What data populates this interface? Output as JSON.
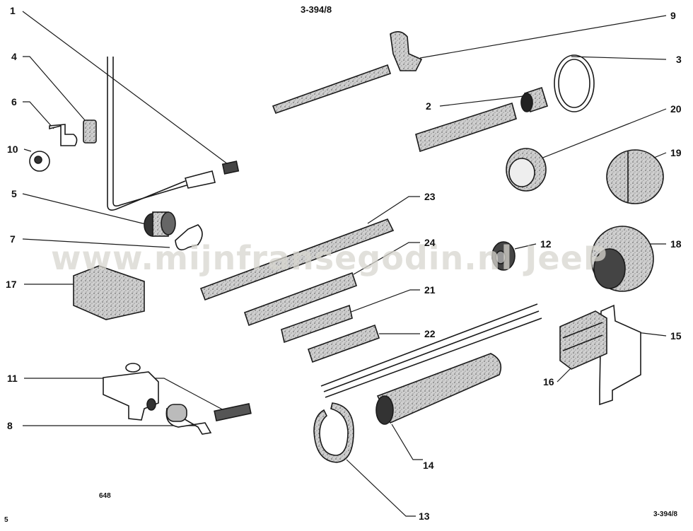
{
  "header": {
    "ref_top": "3-394/8",
    "ref_bottom": "3-394/8",
    "page_code": "648",
    "corner_mark": "5"
  },
  "watermark": "www.mijnfransegodin.nl JeeP",
  "colors": {
    "ink": "#1a1a1a",
    "speckle": "#bcbcbc",
    "paper": "#ffffff"
  },
  "labels": {
    "l1": "1",
    "l2": "2",
    "l3": "3",
    "l4": "4",
    "l5": "5",
    "l6": "6",
    "l7": "7",
    "l8": "8",
    "l9": "9",
    "l10": "10",
    "l11": "11",
    "l12": "12",
    "l13": "13",
    "l14": "14",
    "l15": "15",
    "l16": "16",
    "l17": "17",
    "l18": "18",
    "l19": "19",
    "l20": "20",
    "l21": "21",
    "l22": "22",
    "l23": "23",
    "l24": "24"
  }
}
